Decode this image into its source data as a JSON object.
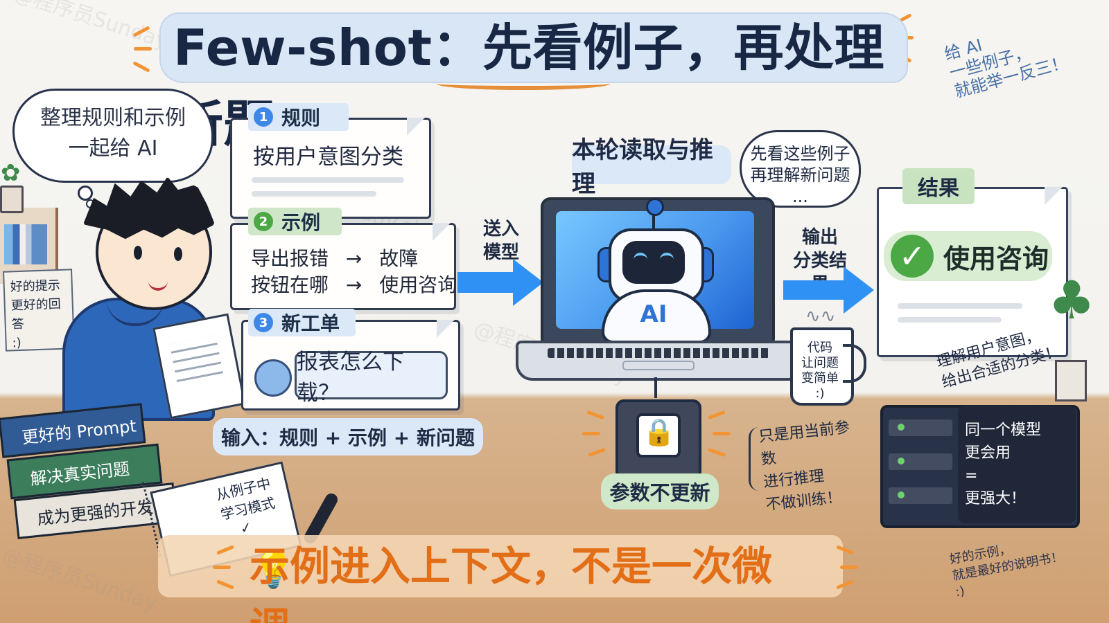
{
  "title": "Few-shot：先看例子，再处理新题",
  "top_right_note": "给 AI\n一些例子，\n就能举一反三！",
  "bubble_text": "整理规则和示例\n一起给 AI",
  "left_note": "好的提示\n更好的回答\n:)",
  "cards": {
    "rule": {
      "num": "1",
      "chip": "规则",
      "text": "按用户意图分类"
    },
    "examples": {
      "num": "2",
      "chip": "示例",
      "rows": [
        {
          "left": "导出报错",
          "right": "故障"
        },
        {
          "left": "按钮在哪",
          "right": "使用咨询"
        }
      ]
    },
    "new_ticket": {
      "num": "3",
      "chip": "新工单",
      "question": "报表怎么下载？"
    }
  },
  "input_label": "输入：规则 + 示例 + 新问题",
  "send_label": "送入\n模型",
  "reading_label": "本轮读取与推理",
  "thought_text": "先看这些例子\n再理解新问题\n...",
  "output_label": "输出\n分类结果",
  "result": {
    "chip": "结果",
    "text": "使用咨询"
  },
  "result_note": "理解用户意图，\n给出合适的分类！",
  "mug_text": "代码\n让问题变简单\n:)",
  "param_label": "参数不更新",
  "param_note": "只是用当前参数\n进行推理\n不做训练！",
  "server_note": "同一个模型\n更会用\n=\n更强大！",
  "books": [
    "更好的 Prompt",
    "解决真实问题",
    "成为更强的开发者"
  ],
  "notebook_text": "从例子中\n学习模式",
  "notebook_check": "✓",
  "bottom_text": "示例进入上下文，不是一次微调。",
  "corner_note": "好的示例，\n就是最好的说明书！\n:)",
  "robot_label": "AI",
  "watermarks": [
    "@程序员Sunday",
    "lgdsunday.club",
    "@程序员Sunday",
    "lgdsunday.club",
    "@程序员Sunday"
  ],
  "colors": {
    "accent_blue": "#2f91f3",
    "accent_orange": "#e26f17",
    "accent_green": "#4ca844",
    "title_bg": "#d8e6f6"
  },
  "icons": {
    "rule_card_icon": "number-one-icon",
    "example_card_icon": "number-two-icon",
    "ticket_card_icon": "number-three-icon",
    "user_icon": "user-avatar-icon",
    "robot_icon": "robot-icon",
    "lock_icon": "lock-icon",
    "check_icon": "check-icon",
    "bulb_icon": "lightbulb-icon",
    "arrow_icon": "right-arrow-icon",
    "plant_icon": "plant-icon",
    "mug_icon": "coffee-mug-icon"
  }
}
